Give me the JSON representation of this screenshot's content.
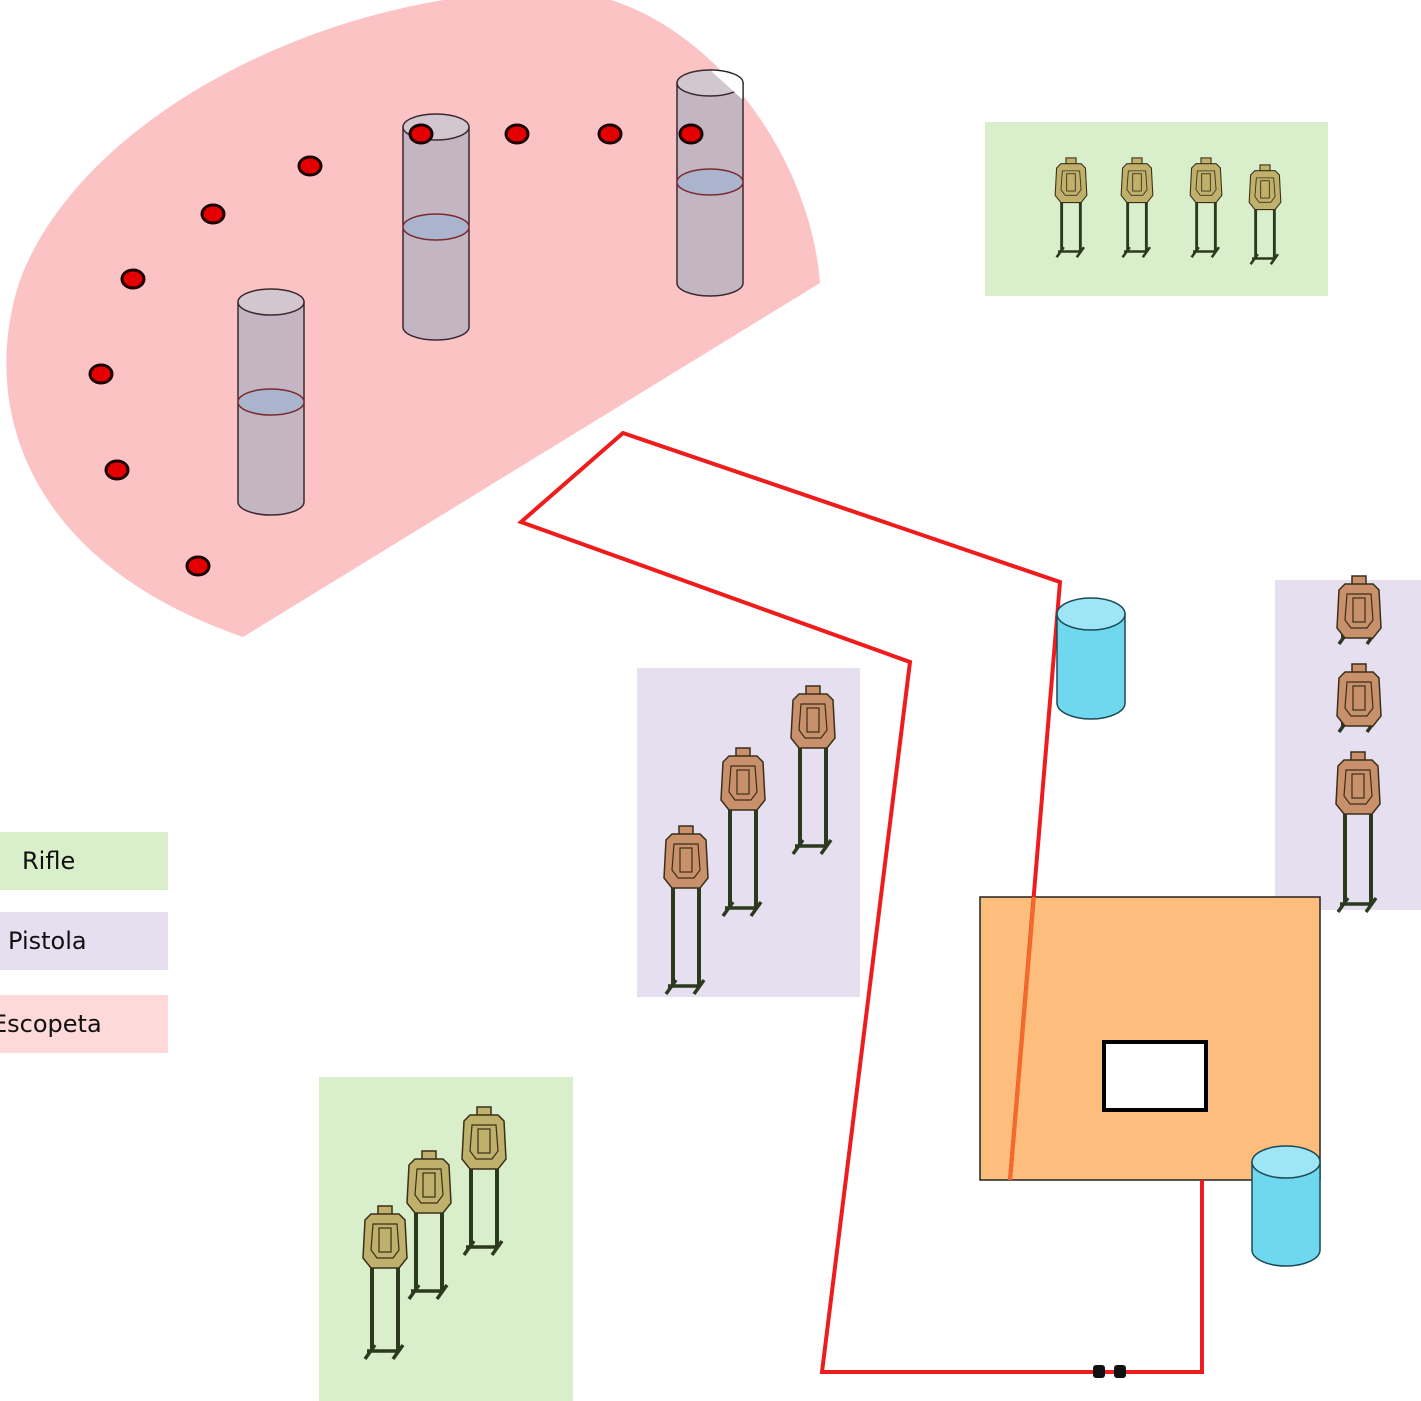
{
  "legend": {
    "rifle": {
      "label": "Rifle",
      "color": "#d9eecb"
    },
    "pistola": {
      "label": "Pistola",
      "color": "#e6dff0"
    },
    "escopeta": {
      "label": "Escopeta",
      "color": "#fdd9da"
    }
  },
  "colors": {
    "shotgun_zone": "#fcc3c5",
    "rifle_zone": "#d9eecb",
    "pistol_zone": "#e6dff0",
    "fault_line": "#ee1c1c",
    "shooting_box": "#fdbd7d",
    "barrel": "#70d8ee",
    "rifle_target": "#bfb06b",
    "pistol_target": "#c8906b",
    "target_stand": "#2b3a1e",
    "steel_plate": "#e40000",
    "tube": "#c3b6c2"
  },
  "icons": {
    "rifle_target": "silhouette-target-icon",
    "pistol_target": "silhouette-target-icon",
    "plate": "steel-plate-icon",
    "tube": "clay-tube-icon",
    "barrel": "barrel-icon"
  }
}
